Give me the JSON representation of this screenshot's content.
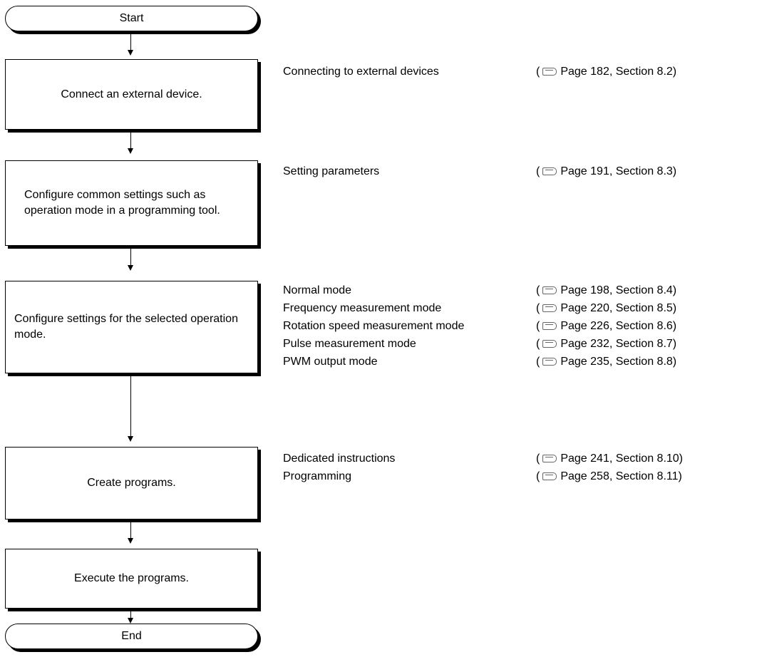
{
  "flow": {
    "start": "Start",
    "step1": "Connect an external device.",
    "step2": "Configure common settings such as operation mode in a programming tool.",
    "step3": "Configure settings for the selected operation mode.",
    "step4": "Create programs.",
    "step5": "Execute the programs.",
    "end": "End"
  },
  "refs": {
    "group1": [
      {
        "label": "Connecting to external devices",
        "open": "(",
        "icon": "book-reference-icon",
        "cite": "Page 182, Section 8.2)"
      }
    ],
    "group2": [
      {
        "label": "Setting parameters",
        "open": "(",
        "icon": "book-reference-icon",
        "cite": "Page 191, Section 8.3)"
      }
    ],
    "group3": [
      {
        "label": "Normal mode",
        "open": "(",
        "icon": "book-reference-icon",
        "cite": "Page 198, Section 8.4)"
      },
      {
        "label": "Frequency measurement mode",
        "open": "(",
        "icon": "book-reference-icon",
        "cite": "Page 220, Section 8.5)"
      },
      {
        "label": "Rotation speed measurement mode",
        "open": "(",
        "icon": "book-reference-icon",
        "cite": "Page 226, Section 8.6)"
      },
      {
        "label": "Pulse measurement mode",
        "open": "(",
        "icon": "book-reference-icon",
        "cite": "Page 232, Section 8.7)"
      },
      {
        "label": "PWM output mode",
        "open": "(",
        "icon": "book-reference-icon",
        "cite": "Page 235, Section 8.8)"
      }
    ],
    "group4": [
      {
        "label": "Dedicated instructions",
        "open": "(",
        "icon": "book-reference-icon",
        "cite": "Page 241, Section 8.10)"
      },
      {
        "label": "Programming",
        "open": "(",
        "icon": "book-reference-icon",
        "cite": "Page 258, Section 8.11)"
      }
    ]
  }
}
